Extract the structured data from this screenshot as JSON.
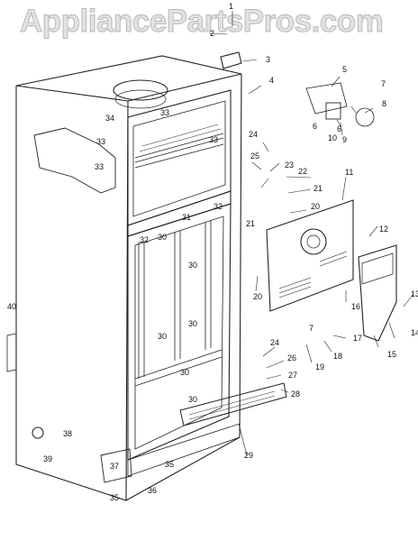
{
  "watermark": "AppliancePartsPros.com",
  "callouts": [
    "1",
    "2",
    "3",
    "4",
    "5",
    "6",
    "6",
    "7",
    "8",
    "9",
    "10",
    "11",
    "12",
    "13",
    "14",
    "15",
    "16",
    "17",
    "18",
    "19",
    "20",
    "20",
    "21",
    "21",
    "22",
    "23",
    "24",
    "24",
    "25",
    "26",
    "27",
    "28",
    "29",
    "30",
    "30",
    "30",
    "30",
    "30",
    "30",
    "31",
    "32",
    "32",
    "33",
    "33",
    "33",
    "33",
    "34",
    "35",
    "35",
    "36",
    "37",
    "38",
    "39",
    "40",
    "7"
  ]
}
